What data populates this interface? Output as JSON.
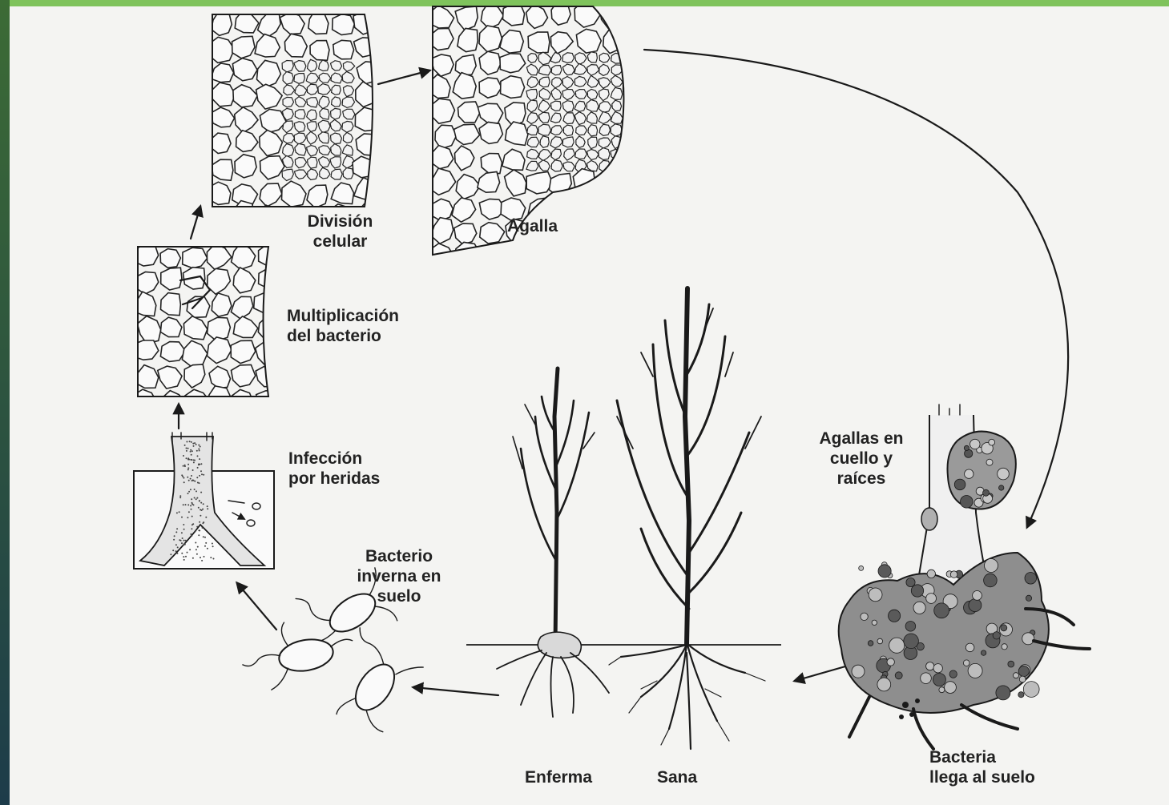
{
  "labels": {
    "division": "División\ncelular",
    "agalla": "Agalla",
    "multiplicacion": "Multiplicación\ndel bacterio",
    "infeccion": "Infección\npor heridas",
    "inverna": "Bacterio\ninverna en\nsuelo",
    "agallas_cuello": "Agallas en\ncuello y\nraíces",
    "enferma": "Enferma",
    "sana": "Sana",
    "bacteria_suelo": "Bacteria\nllega al suelo"
  },
  "colors": {
    "frame": "#7fc35c",
    "paper": "#f4f4f2",
    "ink": "#1a1a1a"
  }
}
